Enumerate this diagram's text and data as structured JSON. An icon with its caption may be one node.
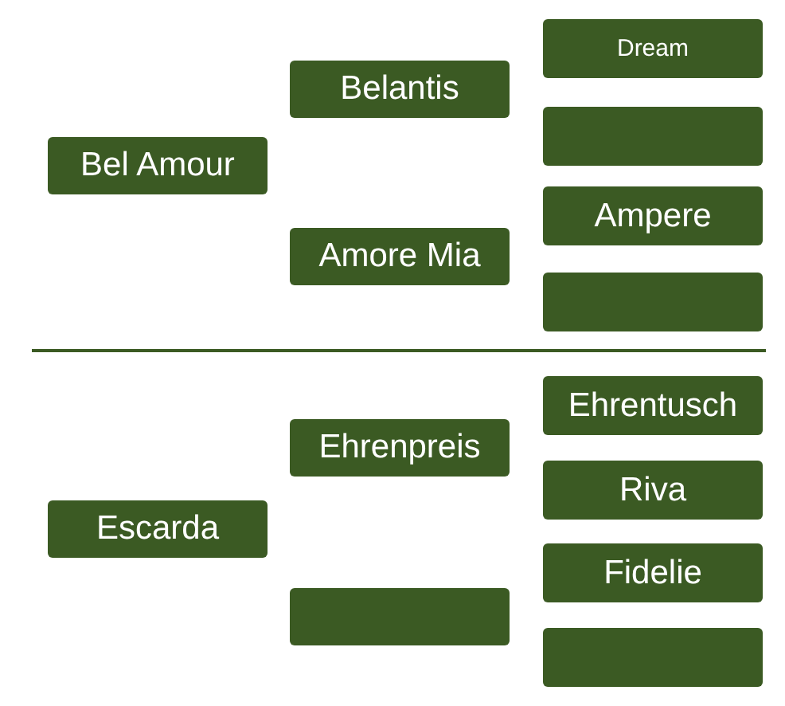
{
  "diagram": {
    "nodes": [
      {
        "text": [
          "Bel Amour"
        ]
      },
      {
        "text": [
          "Belantis"
        ]
      },
      {
        "text": [
          "Dream"
        ]
      },
      {
        "text": [],
        "shape": "box"
      },
      {
        "text": [
          "Amore Mia"
        ]
      },
      {
        "text": [
          "Ampere"
        ]
      },
      {
        "text": [],
        "shape": "box"
      },
      {
        "text": [
          "Escarda"
        ]
      },
      {
        "text": [
          "Ehrenpreis"
        ]
      },
      {
        "text": [
          "Ehrentusch"
        ]
      },
      {
        "text": [
          "Riva"
        ]
      },
      {
        "text": [
          "Fidelie"
        ]
      },
      {
        "text": [],
        "shape": "box"
      },
      {
        "text": [],
        "shape": "box"
      }
    ]
  }
}
